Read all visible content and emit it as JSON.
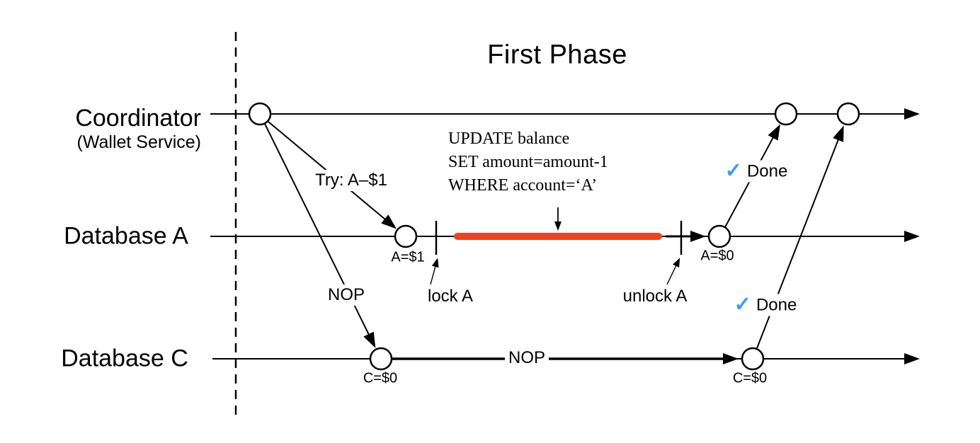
{
  "title": "First Phase",
  "colors": {
    "accent_orange": "#EA4420",
    "check_blue": "#3C9BF8",
    "line_black": "#000000"
  },
  "lanes": [
    {
      "id": "coordinator",
      "label": "Coordinator",
      "sublabel": "(Wallet Service)"
    },
    {
      "id": "database-a",
      "label": "Database A"
    },
    {
      "id": "database-c",
      "label": "Database C"
    }
  ],
  "messages": {
    "try_label": "Try: A–$1",
    "nop_diagonal": "NOP",
    "nop_inline": "NOP",
    "done_a": {
      "check": "✓",
      "label": "Done"
    },
    "done_c": {
      "check": "✓",
      "label": "Done"
    }
  },
  "events": {
    "a_try": "A=$1",
    "a_done": "A=$0",
    "c_first": "C=$0",
    "c_second": "C=$0"
  },
  "locks": {
    "lock": "lock A",
    "unlock": "unlock A"
  },
  "sql": {
    "line1": "UPDATE balance",
    "line2": "SET amount=amount-1",
    "line3": "WHERE account=‘A’"
  }
}
